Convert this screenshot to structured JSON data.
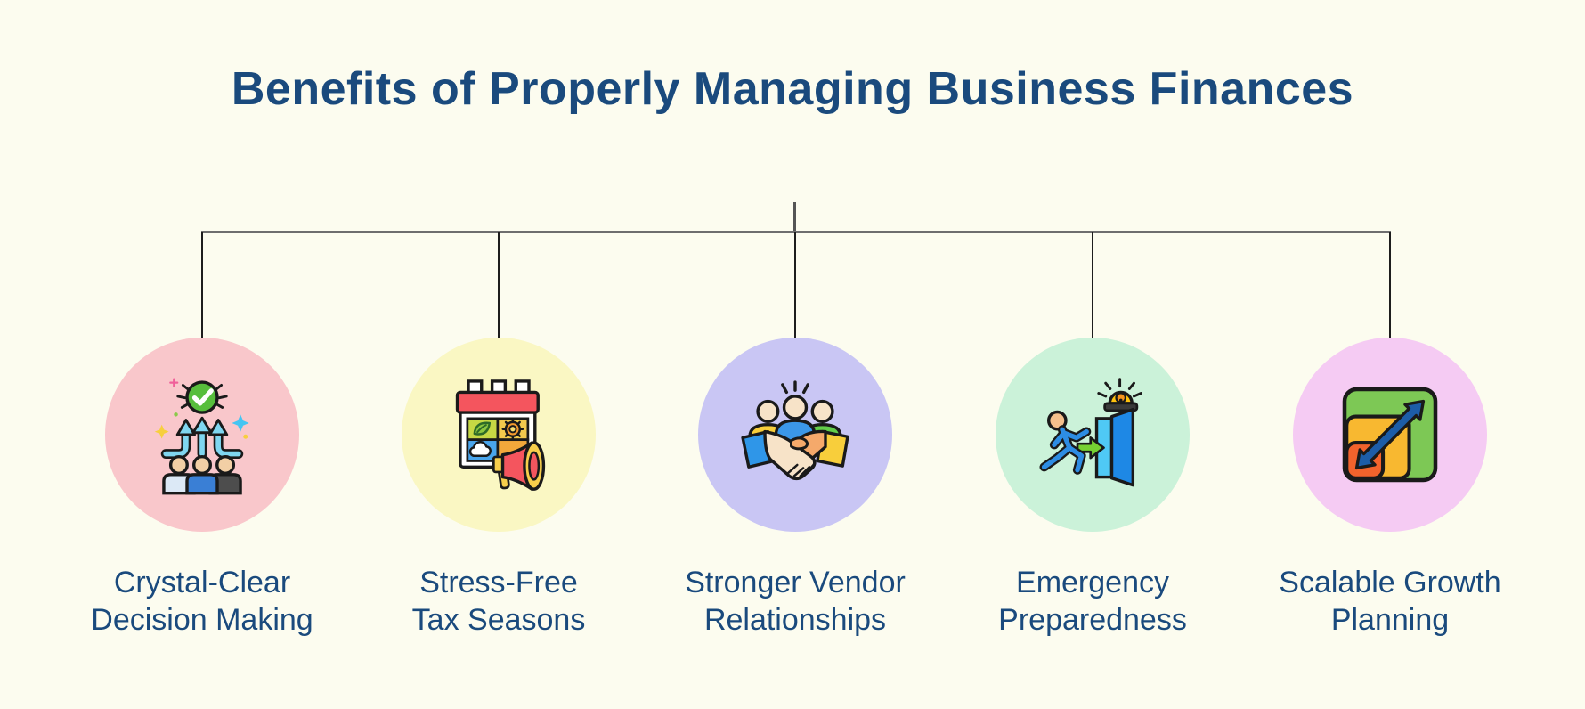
{
  "title": "Benefits of Properly Managing Business Finances",
  "colors": {
    "background": "#FCFCEF",
    "heading_text": "#1A4A7D",
    "connector_line": "#6E6E6E",
    "drop_line": "#1D1D1D"
  },
  "benefits": [
    {
      "label": [
        "Crystal-Clear",
        "Decision Making"
      ],
      "icon": "team-decision-icon",
      "circle_color": "#F9C7CB"
    },
    {
      "label": [
        "Stress-Free",
        "Tax Seasons"
      ],
      "icon": "tax-calendar-megaphone-icon",
      "circle_color": "#FAF7C3"
    },
    {
      "label": [
        "Stronger Vendor",
        "Relationships"
      ],
      "icon": "vendor-handshake-icon",
      "circle_color": "#C9C6F4"
    },
    {
      "label": [
        "Emergency",
        "Preparedness"
      ],
      "icon": "emergency-exit-icon",
      "circle_color": "#CBF2D9"
    },
    {
      "label": [
        "Scalable Growth",
        "Planning"
      ],
      "icon": "growth-scaling-icon",
      "circle_color": "#F5CBF3"
    }
  ]
}
